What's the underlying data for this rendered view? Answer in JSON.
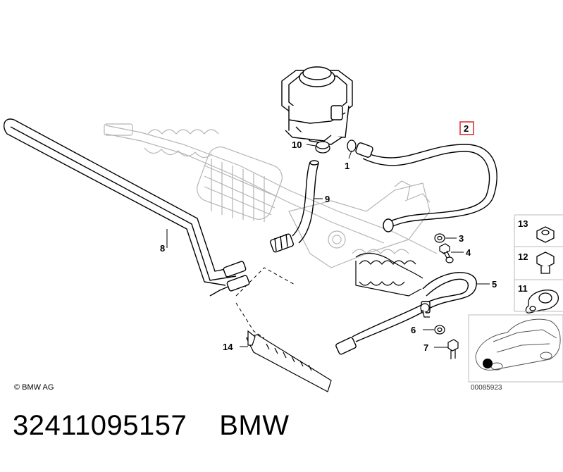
{
  "diagram": {
    "callouts": [
      "1",
      "2",
      "3",
      "4",
      "5",
      "6",
      "7",
      "8",
      "9",
      "10",
      "11",
      "12",
      "13",
      "14"
    ],
    "highlighted_callout": "2",
    "copyright": "© BMW AG",
    "reference_number": "00085923"
  },
  "footer": {
    "part_number": "32411095157",
    "brand": "BMW"
  },
  "colors": {
    "highlight": "#d62828",
    "line": "#000000",
    "ghost": "#b5b5b5"
  }
}
